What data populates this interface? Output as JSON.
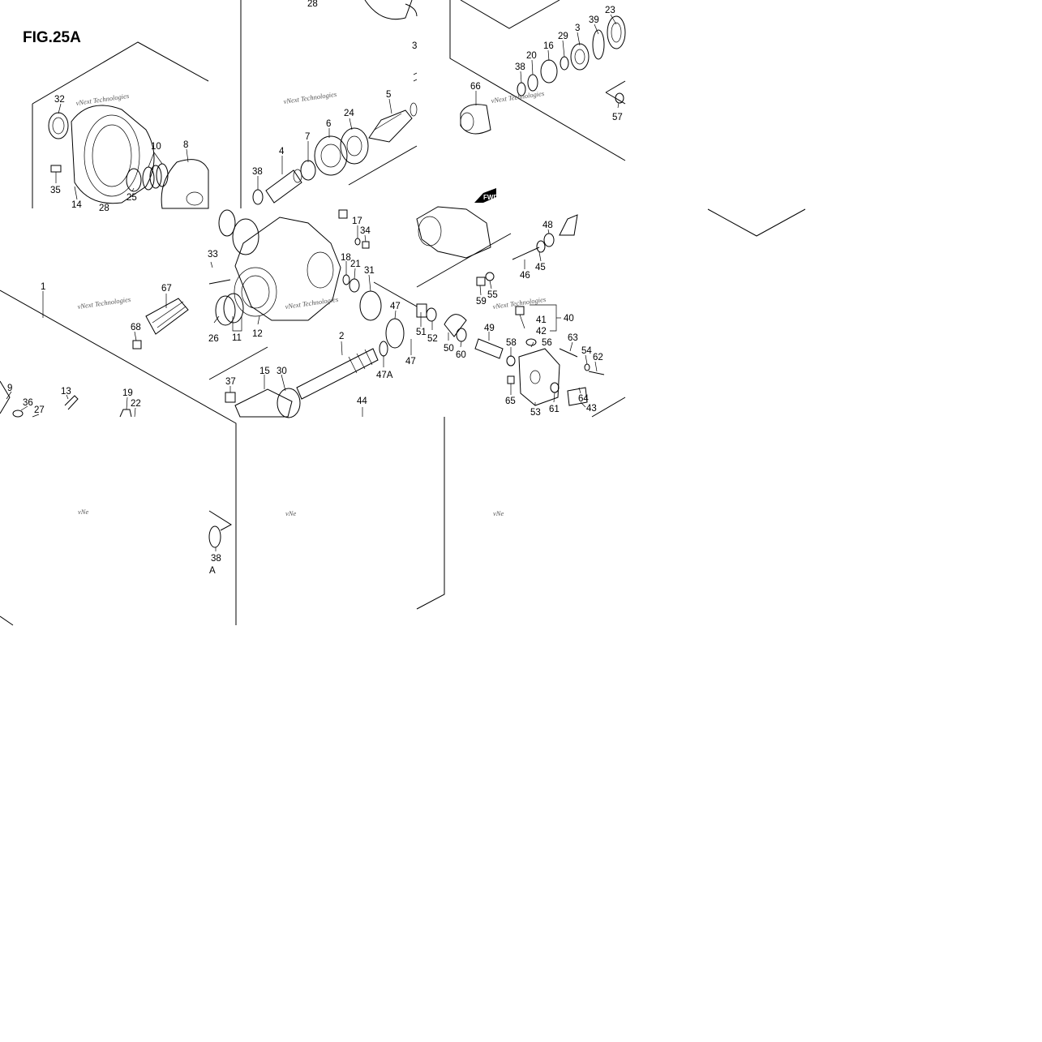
{
  "figure": {
    "title": "FIG.25A"
  },
  "watermark": "vNext Technologies",
  "partial_watermark": "vNe",
  "direction_marker": "FWD",
  "callouts": [
    {
      "id": "c-28a",
      "text": "28"
    },
    {
      "id": "c-23",
      "text": "23"
    },
    {
      "id": "c-39",
      "text": "39"
    },
    {
      "id": "c-3a",
      "text": "3"
    },
    {
      "id": "c-29",
      "text": "29"
    },
    {
      "id": "c-16",
      "text": "16"
    },
    {
      "id": "c-20",
      "text": "20"
    },
    {
      "id": "c-38a",
      "text": "38"
    },
    {
      "id": "c-66",
      "text": "66"
    },
    {
      "id": "c-57",
      "text": "57"
    },
    {
      "id": "c-3b",
      "text": "3"
    },
    {
      "id": "c-5",
      "text": "5"
    },
    {
      "id": "c-24",
      "text": "24"
    },
    {
      "id": "c-6",
      "text": "6"
    },
    {
      "id": "c-7",
      "text": "7"
    },
    {
      "id": "c-4",
      "text": "4"
    },
    {
      "id": "c-38b",
      "text": "38"
    },
    {
      "id": "c-32",
      "text": "32"
    },
    {
      "id": "c-10",
      "text": "10"
    },
    {
      "id": "c-8",
      "text": "8"
    },
    {
      "id": "c-35",
      "text": "35"
    },
    {
      "id": "c-25",
      "text": "25"
    },
    {
      "id": "c-14",
      "text": "14"
    },
    {
      "id": "c-28b",
      "text": "28"
    },
    {
      "id": "c-17",
      "text": "17"
    },
    {
      "id": "c-34",
      "text": "34"
    },
    {
      "id": "c-48",
      "text": "48"
    },
    {
      "id": "c-18",
      "text": "18"
    },
    {
      "id": "c-21",
      "text": "21"
    },
    {
      "id": "c-31",
      "text": "31"
    },
    {
      "id": "c-45",
      "text": "45"
    },
    {
      "id": "c-46",
      "text": "46"
    },
    {
      "id": "c-33",
      "text": "33"
    },
    {
      "id": "c-1",
      "text": "1"
    },
    {
      "id": "c-67",
      "text": "67"
    },
    {
      "id": "c-55",
      "text": "55"
    },
    {
      "id": "c-59",
      "text": "59"
    },
    {
      "id": "c-47a",
      "text": "47"
    },
    {
      "id": "c-40",
      "text": "40"
    },
    {
      "id": "c-41",
      "text": "41"
    },
    {
      "id": "c-42",
      "text": "42"
    },
    {
      "id": "c-68",
      "text": "68"
    },
    {
      "id": "c-26",
      "text": "26"
    },
    {
      "id": "c-11",
      "text": "11"
    },
    {
      "id": "c-12",
      "text": "12"
    },
    {
      "id": "c-2",
      "text": "2"
    },
    {
      "id": "c-51",
      "text": "51"
    },
    {
      "id": "c-52",
      "text": "52"
    },
    {
      "id": "c-50",
      "text": "50"
    },
    {
      "id": "c-60",
      "text": "60"
    },
    {
      "id": "c-49",
      "text": "49"
    },
    {
      "id": "c-58",
      "text": "58"
    },
    {
      "id": "c-56",
      "text": "56"
    },
    {
      "id": "c-63",
      "text": "63"
    },
    {
      "id": "c-54",
      "text": "54"
    },
    {
      "id": "c-62",
      "text": "62"
    },
    {
      "id": "c-47b",
      "text": "47"
    },
    {
      "id": "c-47A",
      "text": "47A"
    },
    {
      "id": "c-37",
      "text": "37"
    },
    {
      "id": "c-15",
      "text": "15"
    },
    {
      "id": "c-30",
      "text": "30"
    },
    {
      "id": "c-13",
      "text": "13"
    },
    {
      "id": "c-9",
      "text": "9"
    },
    {
      "id": "c-36",
      "text": "36"
    },
    {
      "id": "c-27",
      "text": "27"
    },
    {
      "id": "c-19",
      "text": "19"
    },
    {
      "id": "c-22",
      "text": "22"
    },
    {
      "id": "c-44",
      "text": "44"
    },
    {
      "id": "c-65",
      "text": "65"
    },
    {
      "id": "c-53",
      "text": "53"
    },
    {
      "id": "c-61",
      "text": "61"
    },
    {
      "id": "c-64",
      "text": "64"
    },
    {
      "id": "c-43",
      "text": "43"
    },
    {
      "id": "c-38c",
      "text": "38"
    },
    {
      "id": "c-A",
      "text": "A"
    }
  ]
}
